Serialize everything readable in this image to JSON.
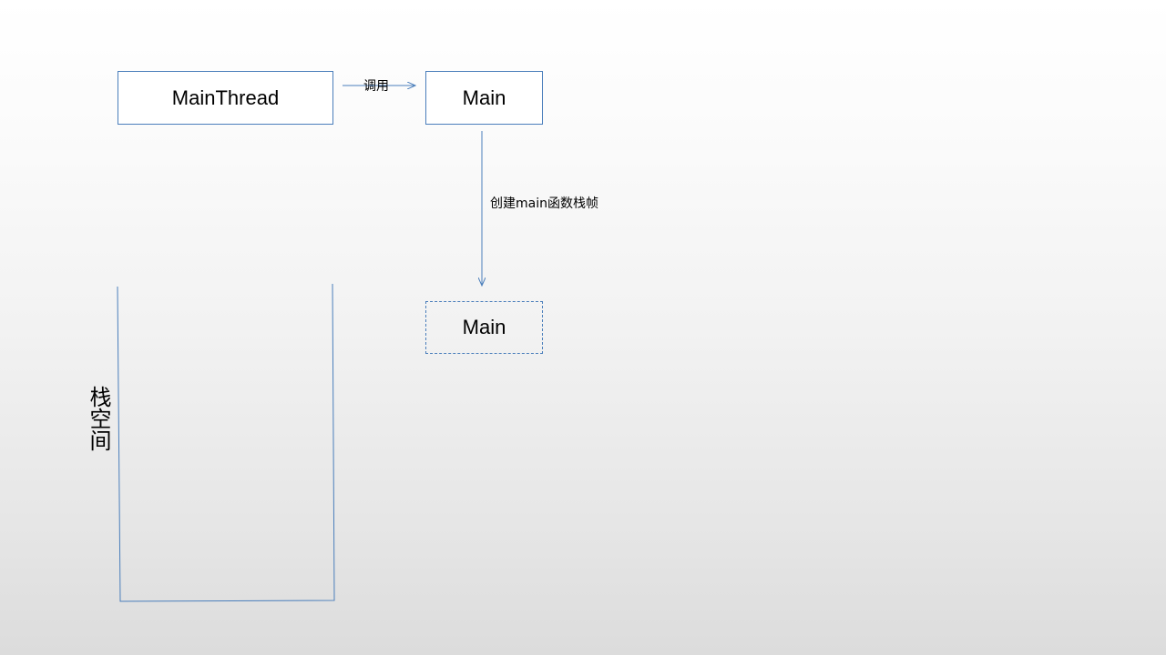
{
  "diagram": {
    "main_thread_box": {
      "label": "MainThread"
    },
    "main_box": {
      "label": "Main"
    },
    "call_arrow": {
      "label": "调用"
    },
    "create_arrow": {
      "label": "创建main函数栈帧"
    },
    "stack_frame_box": {
      "label": "Main"
    },
    "stack_space": {
      "label": "栈空间"
    },
    "colors": {
      "line": "#4a7ebb",
      "text": "#000000"
    }
  }
}
